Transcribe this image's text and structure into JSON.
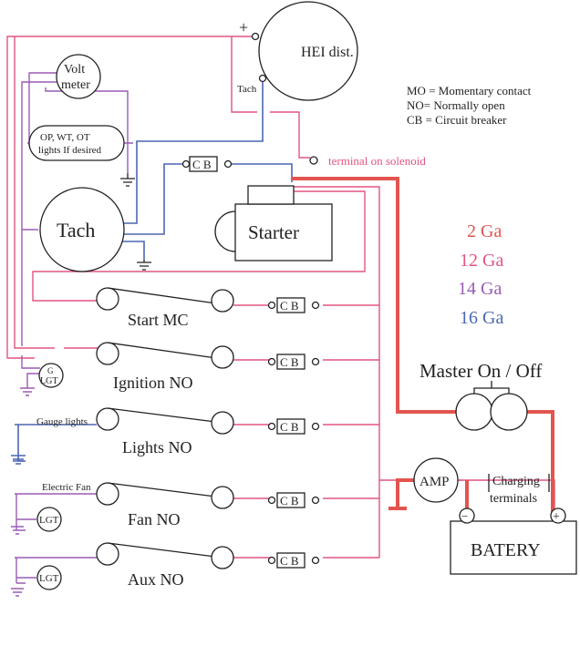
{
  "labels": {
    "hei": "HEI dist.",
    "plus_sign": "+",
    "tach_wire": "Tach",
    "volt_1": "Volt",
    "volt_2": "meter",
    "op_1": "OP, WT, OT",
    "op_2": "lights If desired",
    "tach_gauge": "Tach",
    "starter": "Starter",
    "solenoid": "terminal on solenoid",
    "cb": "C B",
    "start": "Start  MC",
    "ignition": "Ignition  NO",
    "lights": "Lights  NO",
    "fan": "Fan NO",
    "aux": "Aux NO",
    "g": "G",
    "lgt": "LGT",
    "gauge_lights": "Gauge lights",
    "electric_fan": "Electric Fan",
    "master": "Master On / Off",
    "amp": "AMP",
    "charging_1": "Charging",
    "charging_2": "terminals",
    "battery": "BATERY",
    "minus": "−",
    "plus": "+"
  },
  "legend": [
    {
      "text": "MO = Momentary contact"
    },
    {
      "text": "NO= Normally open"
    },
    {
      "text": "CB = Circuit breaker"
    }
  ],
  "gauges": [
    {
      "text": "2 Ga",
      "color": "#e2554f"
    },
    {
      "text": "12 Ga",
      "color": "#e2557f"
    },
    {
      "text": "14 Ga",
      "color": "#9a5cb4"
    },
    {
      "text": "16 Ga",
      "color": "#4c67b3"
    }
  ],
  "colors": {
    "wire_2ga": "#e2554f",
    "wire_12ga": "#e2557f",
    "wire_14ga": "#9a5cb4",
    "wire_16ga": "#4c67b3"
  }
}
